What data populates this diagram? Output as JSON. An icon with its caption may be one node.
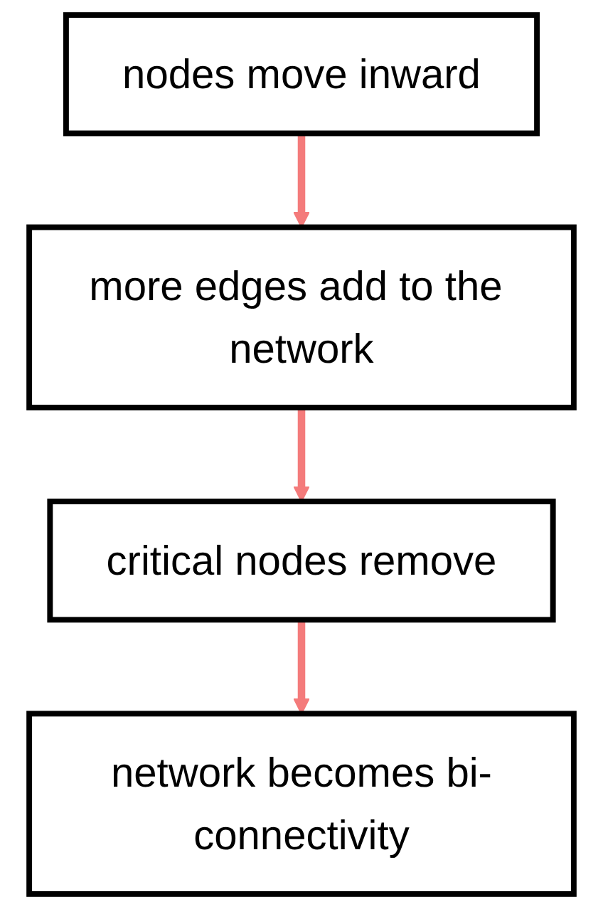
{
  "diagram": {
    "nodes": [
      {
        "text": [
          "nodes move inward"
        ]
      },
      {
        "text": [
          "more edges add to the network"
        ]
      },
      {
        "text": [
          "critical nodes remove"
        ]
      },
      {
        "text": [
          "network becomes bi-connectivity"
        ]
      }
    ],
    "edges": [
      {
        "from": 0,
        "to": 1,
        "arrow": "to"
      },
      {
        "from": 1,
        "to": 2,
        "arrow": "to"
      },
      {
        "from": 2,
        "to": 3,
        "arrow": "to"
      }
    ]
  }
}
